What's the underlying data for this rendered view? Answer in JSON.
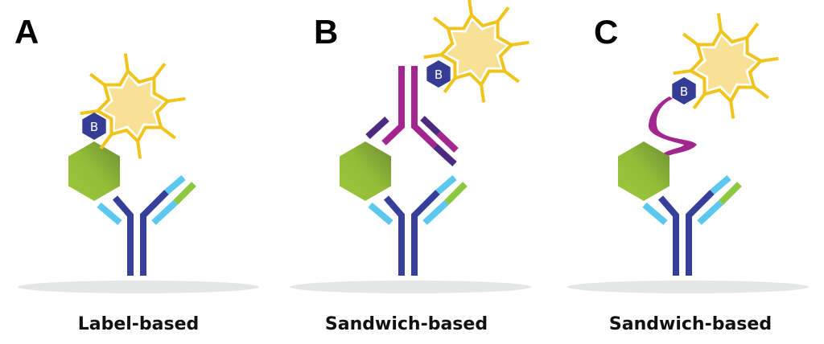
{
  "panels": [
    {
      "letter": "A",
      "label": "Label-based",
      "tag": "B"
    },
    {
      "letter": "B",
      "label": "Sandwich-based",
      "tag": "B"
    },
    {
      "letter": "C",
      "label": "Sandwich-based",
      "tag": "B"
    }
  ],
  "colors": {
    "antibody_heavy": "#36409a",
    "antibody_light": "#5bc8ef",
    "antibody_tip": "#8dc63f",
    "detection_heavy": "#a3268f",
    "detection_light": "#4b2a7f",
    "antigen_light": "#9cc63b",
    "antigen_dark": "#6c8c34",
    "biotin": "#353c94",
    "fluor_outline": "#f1c41c",
    "fluor_fill": "#f8e097",
    "surface": "#e5e6e6"
  }
}
